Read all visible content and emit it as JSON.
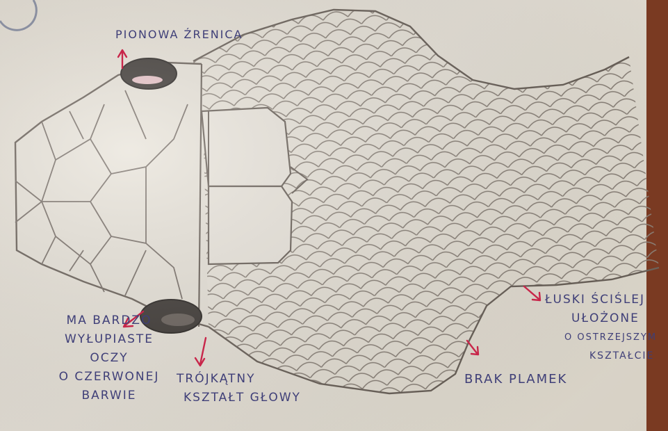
{
  "annotations": {
    "pupil": "PIONOWA ŹRENICA",
    "eyes": [
      "MA BARDZO",
      "WYŁUPIASTE",
      "OCZY",
      "O CZERWONEJ",
      "BARWIE"
    ],
    "head_shape": [
      "TRÓJKĄTNY",
      "KSZTAŁT GŁOWY"
    ],
    "no_spots": "BRAK PLAMEK",
    "scales": [
      "ŁUSKI ŚCIŚLEJ",
      "UŁOŻONE",
      "O OSTRZEJSZYM",
      "KSZTAŁCIE"
    ]
  },
  "colors": {
    "outline": "#6b625a",
    "scale_line": "#8a8178",
    "eye": "#3e3935",
    "arrow": "#c8264a",
    "text": "#3f3f78"
  }
}
